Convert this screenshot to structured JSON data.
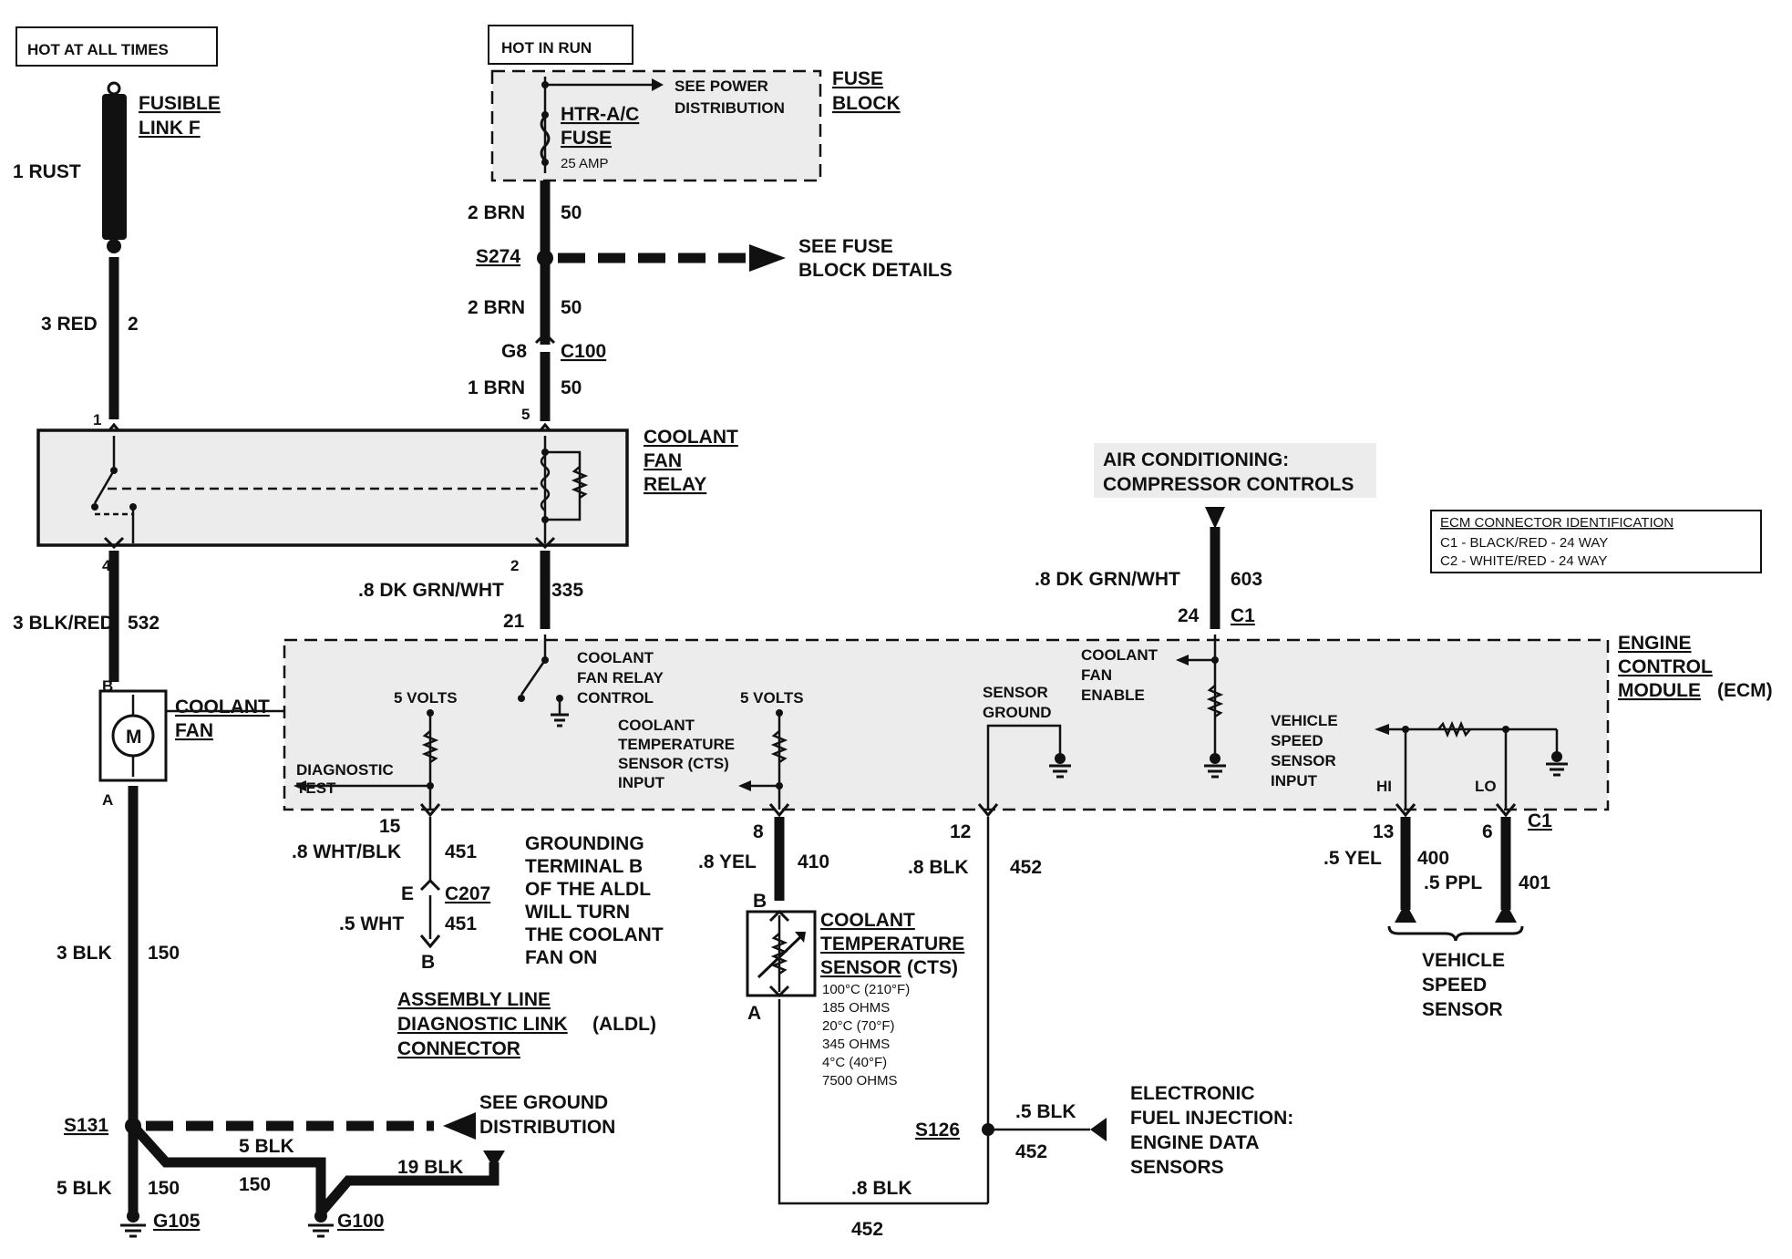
{
  "header": {
    "hot_at_all_times": "HOT AT ALL TIMES",
    "hot_in_run": "HOT IN RUN"
  },
  "fusible_link": {
    "line1": "FUSIBLE",
    "line2": "LINK F",
    "wire": "1 RUST"
  },
  "wire_red": {
    "size": "3 RED",
    "circuit": "2"
  },
  "fuse_block": {
    "title1": "FUSE",
    "title2": "BLOCK",
    "see_power1": "SEE POWER",
    "see_power2": "DISTRIBUTION",
    "fuse1": "HTR-A/C",
    "fuse2": "FUSE",
    "amp": "25 AMP"
  },
  "brn_wires": {
    "w1_size": "2 BRN",
    "w1_circuit": "50",
    "splice": "S274",
    "see_fuse1": "SEE FUSE",
    "see_fuse2": "BLOCK DETAILS",
    "w2_size": "2 BRN",
    "w2_circuit": "50",
    "conn_pin": "G8",
    "conn": "C100",
    "w3_size": "1 BRN",
    "w3_circuit": "50"
  },
  "relay": {
    "pin1": "1",
    "pin5": "5",
    "pin4": "4",
    "pin2": "2",
    "title1": "COOLANT",
    "title2": "FAN",
    "title3": "RELAY"
  },
  "ac": {
    "line1": "AIR CONDITIONING:",
    "line2": "COMPRESSOR CONTROLS"
  },
  "ecm_id": {
    "title": "ECM CONNECTOR IDENTIFICATION",
    "c1": "C1 - BLACK/RED - 24 WAY",
    "c2": "C2 - WHITE/RED - 24 WAY"
  },
  "wires_mid": {
    "blkred_size": "3 BLK/RED",
    "blkred_circuit": "532",
    "dkgrn_size": ".8 DK GRN/WHT",
    "dkgrn_circuit": "335",
    "dkgrn2_size": ".8 DK GRN/WHT",
    "dkgrn2_circuit": "603",
    "pin21": "21",
    "pin24": "24",
    "c1": "C1"
  },
  "fan": {
    "pinB": "B",
    "pinA": "A",
    "motor": "M",
    "title1": "COOLANT",
    "title2": "FAN"
  },
  "ecm": {
    "title1": "ENGINE",
    "title2": "CONTROL",
    "title3": "MODULE",
    "title4": "(ECM)",
    "relay_ctrl1": "COOLANT",
    "relay_ctrl2": "FAN RELAY",
    "relay_ctrl3": "CONTROL",
    "volts_a": "5 VOLTS",
    "volts_b": "5 VOLTS",
    "diag1": "DIAGNOSTIC",
    "diag2": "TEST",
    "cts1": "COOLANT",
    "cts2": "TEMPERATURE",
    "cts3": "SENSOR (CTS)",
    "cts4": "INPUT",
    "sg1": "SENSOR",
    "sg2": "GROUND",
    "fe1": "COOLANT",
    "fe2": "FAN",
    "fe3": "ENABLE",
    "vss1": "VEHICLE",
    "vss2": "SPEED",
    "vss3": "SENSOR",
    "vss4": "INPUT",
    "hi": "HI",
    "lo": "LO"
  },
  "ecm_pins": {
    "p15": "15",
    "p8": "8",
    "p12": "12",
    "p13": "13",
    "p6": "6",
    "c1": "C1"
  },
  "aldl": {
    "w1_size": ".8 WHT/BLK",
    "w1_circuit": "451",
    "pinE": "E",
    "conn": "C207",
    "w2_size": ".5 WHT",
    "w2_circuit": "451",
    "pinB": "B",
    "note1": "GROUNDING",
    "note2": "TERMINAL B",
    "note3": "OF THE ALDL",
    "note4": "WILL TURN",
    "note5": "THE COOLANT",
    "note6": "FAN ON",
    "title1": "ASSEMBLY LINE",
    "title2": "DIAGNOSTIC LINK",
    "title2b": "(ALDL)",
    "title3": "CONNECTOR"
  },
  "cts_sensor": {
    "w_size": ".8 YEL",
    "w_circuit": "410",
    "pinB": "B",
    "pinA": "A",
    "title1": "COOLANT",
    "title2": "TEMPERATURE",
    "title3": "SENSOR",
    "title3b": "(CTS)",
    "t1": "100°C (210°F)",
    "r1": "185 OHMS",
    "t2": "20°C (70°F)",
    "r2": "345 OHMS",
    "t3": "4°C (40°F)",
    "r3": "7500 OHMS"
  },
  "ground_blk": {
    "w_size": ".8 BLK",
    "w_circuit": "452",
    "splice": "S126",
    "efi_size": ".5 BLK",
    "efi_circuit": "452",
    "efi1": "ELECTRONIC",
    "efi2": "FUEL INJECTION:",
    "efi3": "ENGINE DATA",
    "efi4": "SENSORS",
    "bottom_size": ".8 BLK",
    "bottom_circuit": "452"
  },
  "vss": {
    "yel_size": ".5 YEL",
    "yel_circuit": "400",
    "ppl_size": ".5 PPL",
    "ppl_circuit": "401",
    "title1": "VEHICLE",
    "title2": "SPEED",
    "title3": "SENSOR"
  },
  "ground": {
    "blk3_size": "3 BLK",
    "blk3_circuit": "150",
    "splice": "S131",
    "see_ground1": "SEE GROUND",
    "see_ground2": "DISTRIBUTION",
    "blk5a_size": "5 BLK",
    "blk5a_circuit": "150",
    "blk5b_size": "5 BLK",
    "blk5b_circuit": "150",
    "blk19_size": "19 BLK",
    "g105": "G105",
    "g100": "G100"
  }
}
